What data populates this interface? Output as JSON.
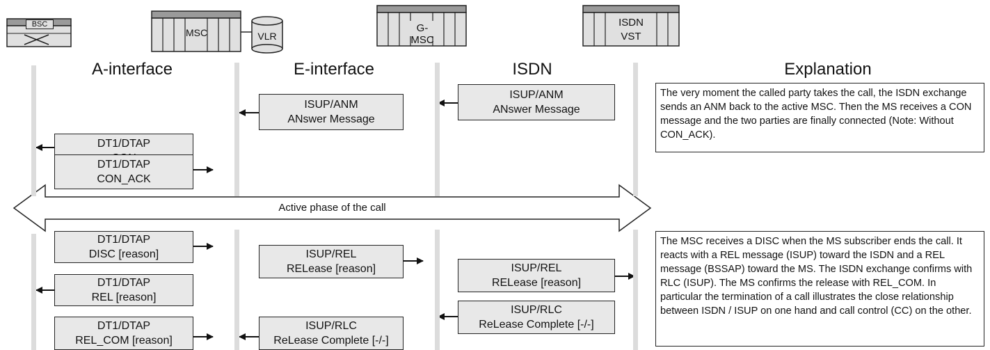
{
  "nodes": {
    "bsc": "BSC",
    "msc": "MSC",
    "vlr": "VLR",
    "gmsc": "G-MSC",
    "isdn_line1": "ISDN",
    "isdn_line2": "VST"
  },
  "headers": {
    "a_interface": "A-interface",
    "e_interface": "E-interface",
    "isdn": "ISDN",
    "explanation": "Explanation"
  },
  "messages": {
    "anm_isdn": [
      "ISUP/ANM",
      "ANswer Message"
    ],
    "anm_e": [
      "ISUP/ANM",
      "ANswer Message"
    ],
    "con": [
      "DT1/DTAP",
      "CON"
    ],
    "con_ack": [
      "DT1/DTAP",
      "CON_ACK"
    ],
    "disc": [
      "DT1/DTAP",
      "DISC [reason]"
    ],
    "rel_e": [
      "ISUP/REL",
      "RELease [reason]"
    ],
    "rel_isdn": [
      "ISUP/REL",
      "RELease [reason]"
    ],
    "rel_a": [
      "DT1/DTAP",
      "REL [reason]"
    ],
    "rlc_isdn": [
      "ISUP/RLC",
      "ReLease Complete [-/-]"
    ],
    "rel_com": [
      "DT1/DTAP",
      "REL_COM [reason]"
    ],
    "rlc_e": [
      "ISUP/RLC",
      "ReLease Complete [-/-]"
    ]
  },
  "active_phase": "Active phase of the call",
  "explanations": {
    "first": "The very moment the called party takes the call, the ISDN exchange sends an ANM back to the active MSC. Then the MS receives a CON message and the two parties are finally connected (Note: Without CON_ACK).",
    "second": "The MSC receives a DISC when the MS subscriber ends the call. It reacts with a REL message (ISUP) toward the ISDN and a REL message (BSSAP) toward the MS. The ISDN exchange confirms with RLC (ISUP). The MS confirms the release with REL_COM. In particular the termination of a call illustrates the close relationship between ISDN / ISUP on one hand and call control (CC) on the other."
  },
  "colors": {
    "box_fill": "#e8e8e8",
    "lane": "#dcdcdc",
    "stroke": "#222222"
  }
}
